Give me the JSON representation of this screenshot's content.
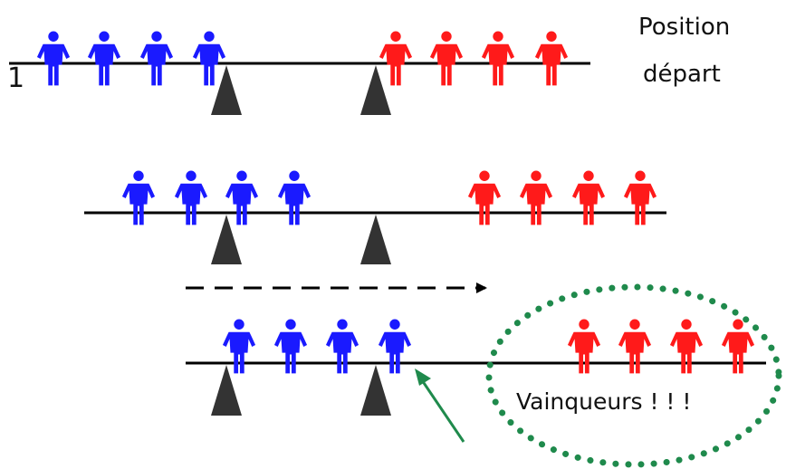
{
  "labels": {
    "row_number": "1",
    "start_line1": "Position",
    "start_line2": "départ",
    "winners": "Vainqueurs ! ! !"
  },
  "colors": {
    "team_a": "#1a1aff",
    "team_b": "#ff1a1a",
    "fulcrum": "#333333",
    "beam": "#000000",
    "highlight": "#1f8a4c"
  },
  "icons": {
    "person": "person-icon",
    "fulcrum": "triangle-fulcrum-icon",
    "move": "dashed-right-arrow-icon",
    "pointer": "green-pointer-arrow-icon"
  },
  "rows": [
    {
      "name": "start",
      "blue_count": 4,
      "red_count": 4
    },
    {
      "name": "middle",
      "blue_count": 4,
      "red_count": 4
    },
    {
      "name": "end",
      "blue_count": 4,
      "red_count": 4
    }
  ]
}
